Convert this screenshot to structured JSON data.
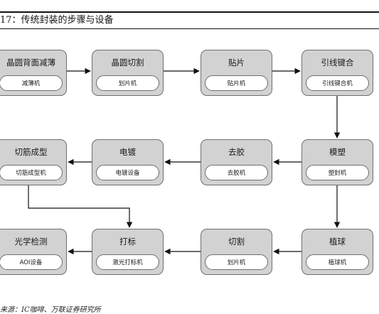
{
  "figure": {
    "title": "17：传统封装的步骤与设备",
    "source": "来源：IC咖啡、万联证券研究所"
  },
  "steps": [
    {
      "name": "晶圆背面减薄",
      "equipment": "减薄机"
    },
    {
      "name": "晶圆切割",
      "equipment": "划片机"
    },
    {
      "name": "贴片",
      "equipment": "贴片机"
    },
    {
      "name": "引线键合",
      "equipment": "引线键合机"
    },
    {
      "name": "模塑",
      "equipment": "塑封机"
    },
    {
      "name": "去胶",
      "equipment": "去胶机"
    },
    {
      "name": "电镀",
      "equipment": "电镀设备"
    },
    {
      "name": "切筋成型",
      "equipment": "切筋成型机"
    },
    {
      "name": "植球",
      "equipment": "植球机"
    },
    {
      "name": "切割",
      "equipment": "划片机"
    },
    {
      "name": "打标",
      "equipment": "激光打标机"
    },
    {
      "name": "光学检测",
      "equipment": "AOI设备"
    }
  ],
  "flow": [
    [
      0,
      1
    ],
    [
      1,
      2
    ],
    [
      2,
      3
    ],
    [
      3,
      4
    ],
    [
      4,
      5
    ],
    [
      5,
      6
    ],
    [
      6,
      7
    ],
    [
      7,
      10
    ],
    [
      4,
      8
    ],
    [
      8,
      9
    ],
    [
      9,
      10
    ],
    [
      10,
      11
    ]
  ]
}
